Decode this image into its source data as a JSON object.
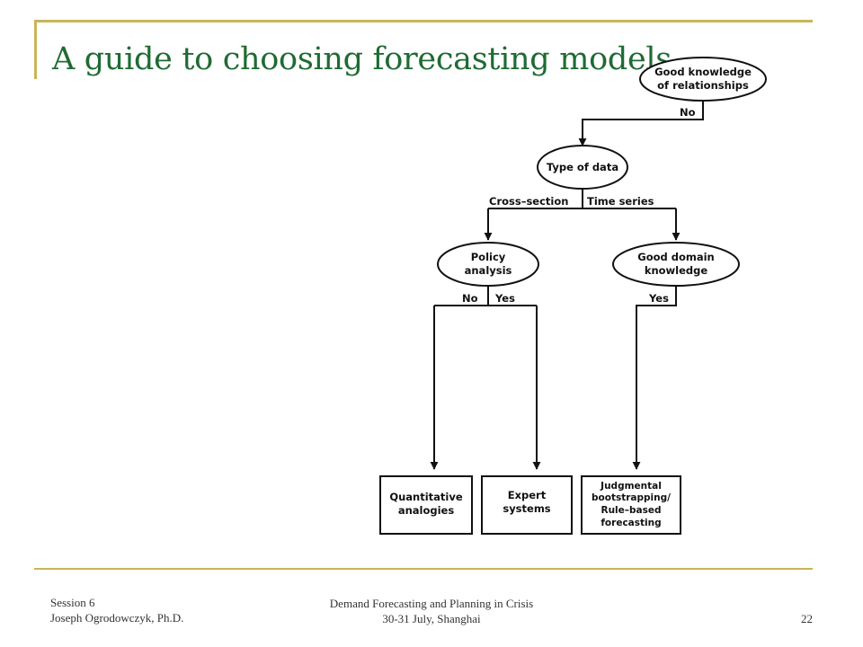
{
  "slide": {
    "title": "A guide to choosing forecasting models",
    "page_number": "22"
  },
  "footer": {
    "session": "Session 6",
    "author": "Joseph Ogrodowczyk, Ph.D.",
    "course": "Demand Forecasting and Planning in Crisis",
    "dates": "30-31 July, Shanghai"
  },
  "flowchart": {
    "nodes": {
      "relationships": [
        "Good knowledge",
        "of relationships"
      ],
      "data_type": [
        "Type of data"
      ],
      "policy": [
        "Policy",
        "analysis"
      ],
      "domain": [
        "Good domain",
        "knowledge"
      ],
      "quantitative": [
        "Quantitative",
        "analogies"
      ],
      "expert": [
        "Expert",
        "systems"
      ],
      "judgmental": [
        "Judgmental",
        "bootstrapping/",
        "Rule–based",
        "forecasting"
      ]
    },
    "edges": {
      "relationships_no": "No",
      "cross_section": "Cross–section",
      "time_series": "Time series",
      "policy_no": "No",
      "policy_yes": "Yes",
      "domain_yes": "Yes"
    }
  }
}
